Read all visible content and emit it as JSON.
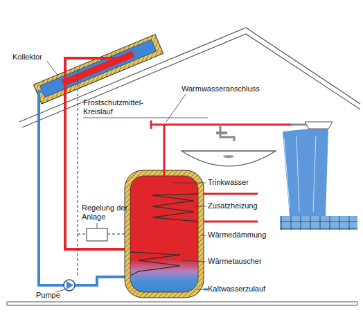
{
  "diagram": {
    "labels": [
      "Kollektor",
      "Frostschutzmittel- Kreislauf",
      "Warmwasseranschluss",
      "Trinkwasser",
      "Zusatzheizung",
      "Wärmedämmung",
      "Wärmetauscher",
      "Kaltwasserzulauf",
      "Regelung der Anlage",
      "Pumpe"
    ]
  }
}
